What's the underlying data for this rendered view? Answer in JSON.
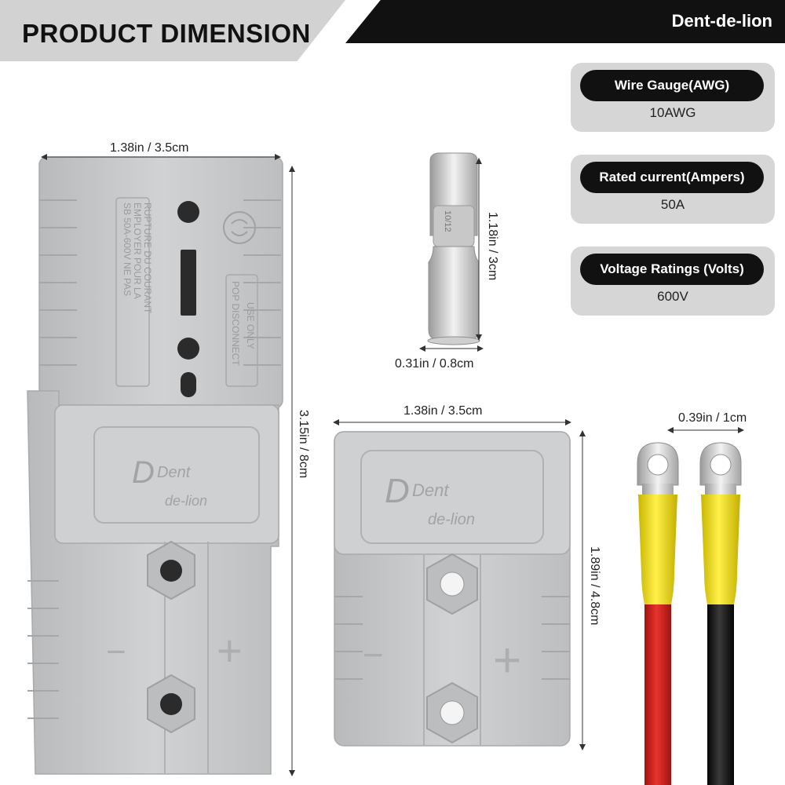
{
  "header": {
    "title": "PRODUCT DIMENSION",
    "brand": "Dent-de-lion"
  },
  "specs": [
    {
      "label": "Wire Gauge(AWG)",
      "value": "10AWG"
    },
    {
      "label": "Rated current(Ampers)",
      "value": "50A"
    },
    {
      "label": "Voltage Ratings (Volts)",
      "value": "600V"
    }
  ],
  "dimensions": {
    "pair_width": "1.38in / 3.5cm",
    "pair_height": "3.15in / 8cm",
    "pin_height": "1.18in / 3cm",
    "pin_width": "0.31in / 0.8cm",
    "single_width": "1.38in / 3.5cm",
    "single_height": "1.89in / 4.8cm",
    "terminal_width": "0.39in / 1cm"
  },
  "product": {
    "pin_marking": "10/12",
    "housing_text_1": "SB 50A-600V NE PAS",
    "housing_text_2": "EMPLOYER POUR LA",
    "housing_text_3": "RUPTURE DU COURANT",
    "housing_text_4": "POP DISCONNECT",
    "housing_text_5": "USE ONLY",
    "logo_top": "Dent",
    "logo_bottom": "de-lion",
    "minus_sign": "−",
    "plus_sign": "+"
  },
  "colors": {
    "housing": "#c9cacc",
    "banner": "#111111",
    "red_wire": "#d9231e",
    "black_wire": "#1a1a1a",
    "heat_shrink": "#f2e10f"
  }
}
